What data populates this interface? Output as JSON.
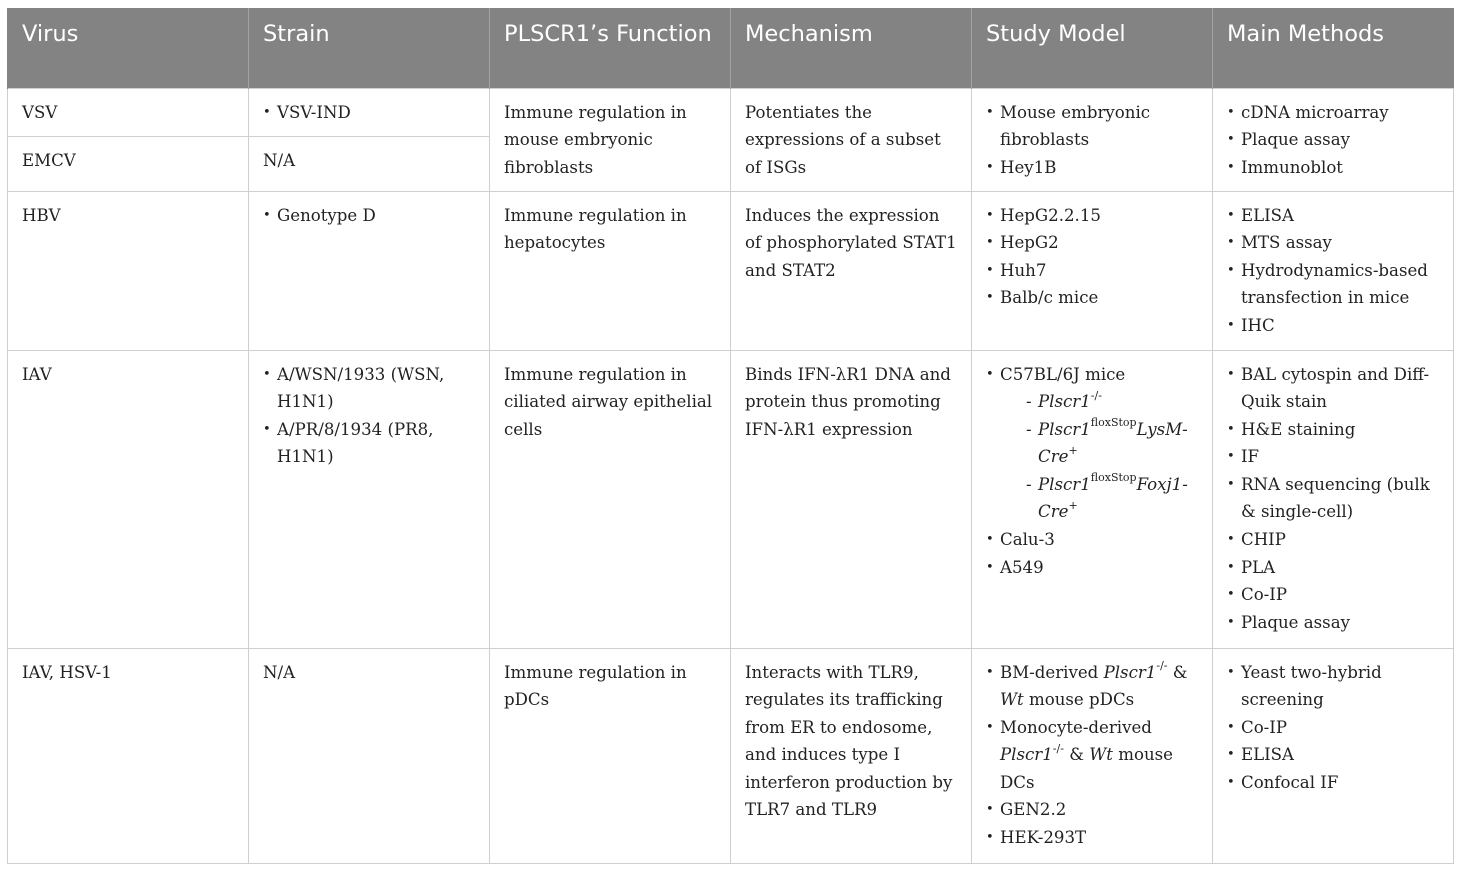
{
  "headers": [
    "Virus",
    "Strain",
    "PLSCR1’s Function",
    "Mechanism",
    "Study Model",
    "Main Methods"
  ],
  "rows": [
    {
      "virus_a": "VSV",
      "strain_a": "VSV-IND",
      "virus_b": "EMCV",
      "strain_b": "N/A",
      "function": "Immune regulation in mouse embryonic fibroblasts",
      "mechanism": "Potentiates the expressions of a subset of ISGs",
      "models": [
        "Mouse embryonic fibroblasts",
        "Hey1B"
      ],
      "methods": [
        "cDNA microarray",
        "Plaque assay",
        "Immunoblot"
      ]
    },
    {
      "virus": "HBV",
      "strain": "Genotype D",
      "function": "Immune regulation in hepatocytes",
      "mechanism": "Induces the expression of phosphorylated STAT1 and STAT2",
      "models": [
        "HepG2.2.15",
        "HepG2",
        "Huh7",
        "Balb/c mice"
      ],
      "methods": [
        "ELISA",
        "MTS assay",
        "Hydrodynamics-based transfection in mice",
        "IHC"
      ]
    },
    {
      "virus": "IAV",
      "strains": [
        "A/WSN/1933 (WSN, H1N1)",
        "A/PR/8/1934 (PR8, H1N1)"
      ],
      "function": "Immune regulation in ciliated airway epithelial cells",
      "mechanism": "Binds IFN-λR1 DNA and protein thus promoting IFN-λR1 expression",
      "model_head": "C57BL/6J mice",
      "submodels": {
        "s1_gene": "Plscr1",
        "s1_sup": "-/-",
        "s2_gene": "Plscr1",
        "s2_sup": "floxStop",
        "s2_cre": "LysM-Cre",
        "s2_cre_sup": "+",
        "s3_gene": "Plscr1",
        "s3_sup": "floxStop",
        "s3_cre": "Foxj1-Cre",
        "s3_cre_sup": "+"
      },
      "models_tail": [
        "Calu-3",
        "A549"
      ],
      "methods": [
        "BAL cytospin and Diff-Quik stain",
        "H&E staining",
        "IF",
        "RNA sequencing (bulk & single-cell)",
        "CHIP",
        "PLA",
        "Co-IP",
        "Plaque assay"
      ]
    },
    {
      "virus": "IAV, HSV-1",
      "strain": "N/A",
      "function": "Immune regulation in pDCs",
      "mechanism": "Interacts with TLR9, regulates its trafficking from ER to endosome, and induces type I interferon production by TLR7 and TLR9",
      "m1_pre": "BM-derived ",
      "m1_gene": "Plscr1",
      "m1_sup": "-/-",
      "m1_amp": " & ",
      "m1_wt": "Wt",
      "m1_post": " mouse pDCs",
      "m2_pre": "Monocyte-derived ",
      "m2_gene": "Plscr1",
      "m2_sup": "-/-",
      "m2_amp": " & ",
      "m2_wt": "Wt",
      "m2_post": " mouse DCs",
      "models_tail": [
        "GEN2.2",
        "HEK-293T"
      ],
      "methods": [
        "Yeast two-hybrid screening",
        "Co-IP",
        "ELISA",
        "Confocal IF"
      ]
    }
  ]
}
